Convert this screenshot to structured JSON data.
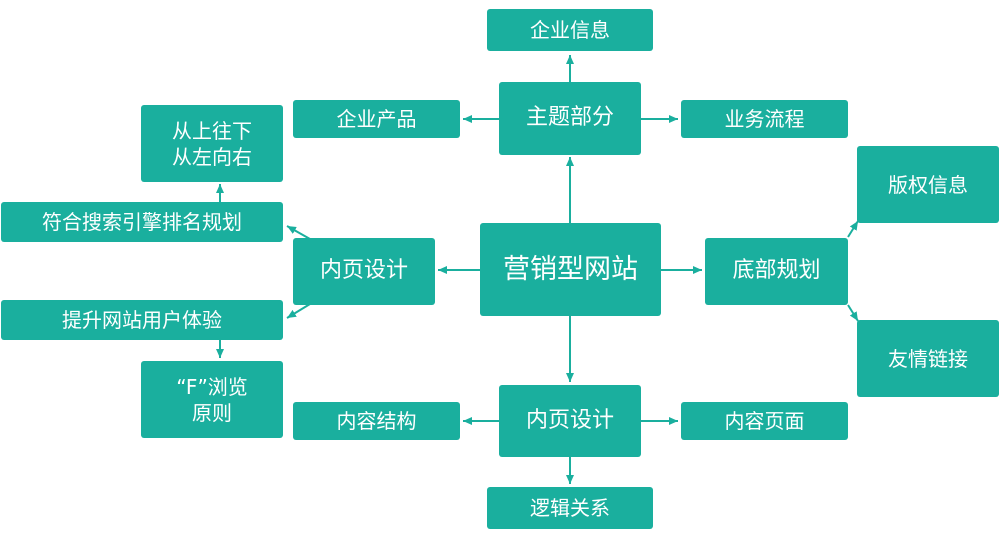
{
  "nodes": {
    "center": "营销型网站",
    "theme": "主题部分",
    "company_info": "企业信息",
    "company_products": "企业产品",
    "business_process": "业务流程",
    "footer_plan": "底部规划",
    "copyright_info": "版权信息",
    "friend_links": "友情链接",
    "inner_design_left": "内页设计",
    "seo": "符合搜索引擎排名规划",
    "top_down": "从上往下\n从左向右",
    "ux": "提升网站用户体验",
    "f_principle": "“F”浏览\n原则",
    "inner_design_bottom": "内页设计",
    "content_structure": "内容结构",
    "content_page": "内容页面",
    "logic": "逻辑关系"
  },
  "colors": {
    "node": "#1aaf9e",
    "connector": "#1aaf9e",
    "text": "#ffffff"
  }
}
